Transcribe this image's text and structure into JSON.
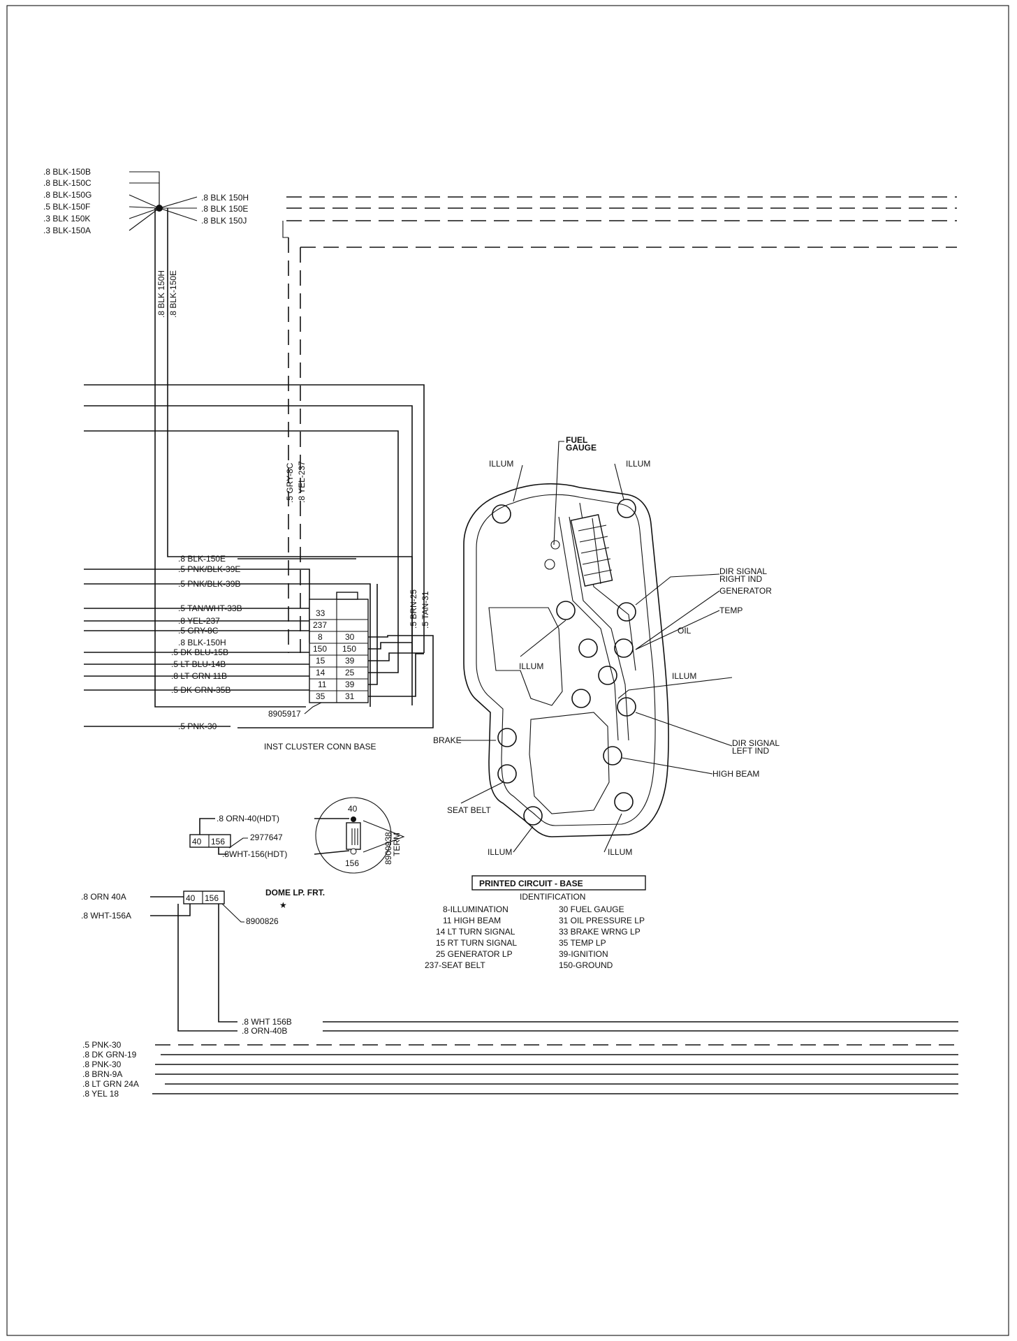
{
  "splice": {
    "left_wires": [
      ".8 BLK-150B",
      ".8 BLK-150C",
      ".8 BLK-150G",
      ".5 BLK-150F",
      ".3 BLK 150K",
      ".3 BLK-150A"
    ],
    "right_wires": [
      ".8 BLK 150H",
      ".8 BLK 150E",
      ".8 BLK 150J"
    ],
    "vertical_wires": [
      ".8 BLK 150H",
      ".8 BLK-150E"
    ]
  },
  "mid_vertical_wires": [
    ".5 GRY-8C",
    ".8 YEL-237"
  ],
  "right_vertical_wires": [
    ".5 BRN-25",
    ".5 TAN-31"
  ],
  "cluster_connector": {
    "wires": [
      ".8 BLK-150E",
      ".5 PNK/BLK-39E",
      ".5 PNK/BLK-39B",
      ".5 TAN/WHT-33B",
      ".8 YEL-237",
      ".5 GRY-8C",
      ".8 BLK-150H",
      ".5 DK BLU-15B",
      ".5 LT BLU-14B",
      ".8 LT GRN 11B",
      ".5 DK GRN-35B"
    ],
    "left_pins": [
      "33",
      "237",
      "8",
      "150",
      "15",
      "14",
      "11",
      "35"
    ],
    "right_pins": [
      "30",
      "150",
      "39",
      "25",
      "39",
      "31"
    ],
    "part_number": "8905917",
    "pnk_wire": ".5 PNK-30",
    "title": "INST CLUSTER CONN BASE"
  },
  "dome_terminal": {
    "wires": [
      ".8 ORN-40(HDT)",
      ".8WHT-156(HDT)"
    ],
    "pins": [
      "40",
      "156"
    ],
    "connector_pins": [
      "40",
      "156"
    ],
    "connector_part": "2977647",
    "terminal_part": "8900938",
    "terminal_label": "TERM"
  },
  "dome_lamp": {
    "title": "DOME LP. FRT.",
    "star": "★",
    "wires": [
      ".8 ORN 40A",
      ".8 WHT-156A"
    ],
    "pins": [
      "40",
      "156"
    ],
    "part": "8900826",
    "out_wires": [
      ".8 WHT 156B",
      ".8 ORN-40B"
    ]
  },
  "circuit_labels": {
    "fuel_gauge": [
      "FUEL",
      "GAUGE"
    ],
    "illum": "ILLUM",
    "dir_signal_right": [
      "DIR SIGNAL",
      "RIGHT IND"
    ],
    "generator": "GENERATOR",
    "temp": "TEMP",
    "oil": "OIL",
    "dir_signal_left": [
      "DIR SIGNAL",
      "LEFT IND"
    ],
    "brake": "BRAKE",
    "high_beam": "HIGH BEAM",
    "seat_belt": "SEAT BELT"
  },
  "legend": {
    "title": "PRINTED CIRCUIT - BASE",
    "subtitle": "IDENTIFICATION",
    "left": [
      "8-ILLUMINATION",
      "11 HIGH BEAM",
      "14 LT TURN SIGNAL",
      "15 RT TURN SIGNAL",
      "25 GENERATOR LP",
      "237-SEAT BELT"
    ],
    "right": [
      "30 FUEL GAUGE",
      "31 OIL PRESSURE LP",
      "33 BRAKE WRNG LP",
      "35 TEMP LP",
      "39-IGNITION",
      "150-GROUND"
    ]
  },
  "bottom_wires": [
    ".5 PNK-30",
    ".8 DK GRN-19",
    ".8 PNK-30",
    ".8 BRN-9A",
    ".8 LT GRN 24A",
    ".8 YEL 18"
  ]
}
